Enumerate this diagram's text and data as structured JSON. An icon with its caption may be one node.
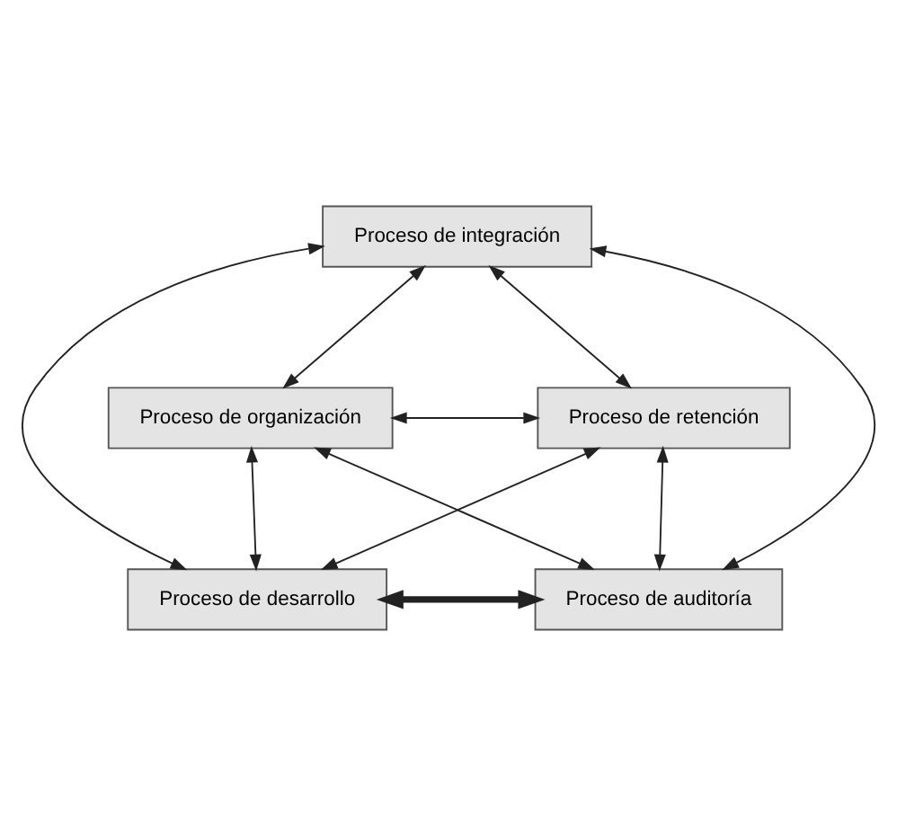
{
  "diagram": {
    "nodes": [
      {
        "text": [
          "Proceso de integración"
        ]
      },
      {
        "text": [
          "Proceso de organización"
        ]
      },
      {
        "text": [
          "Proceso de retención"
        ]
      },
      {
        "text": [
          "Proceso de desarrollo"
        ]
      },
      {
        "text": [
          "Proceso de auditoría"
        ]
      }
    ],
    "edges": [
      {
        "from": 0,
        "to": 1,
        "arrow": "both"
      },
      {
        "from": 0,
        "to": 2,
        "arrow": "both"
      },
      {
        "from": 1,
        "to": 2,
        "arrow": "both"
      },
      {
        "from": 0,
        "to": 3,
        "arrow": "both"
      },
      {
        "from": 0,
        "to": 4,
        "arrow": "both"
      },
      {
        "from": 1,
        "to": 3,
        "arrow": "both"
      },
      {
        "from": 1,
        "to": 4,
        "arrow": "both"
      },
      {
        "from": 2,
        "to": 3,
        "arrow": "both"
      },
      {
        "from": 2,
        "to": 4,
        "arrow": "both"
      },
      {
        "from": 3,
        "to": 4,
        "arrow": "both",
        "style": "thick"
      }
    ]
  }
}
